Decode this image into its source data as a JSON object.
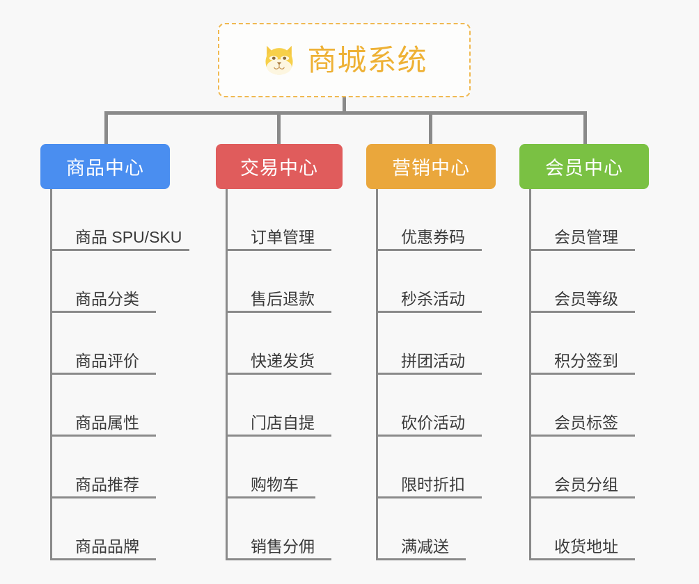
{
  "root": {
    "title": "商城系统",
    "icon": "shiba-dog-icon",
    "border_color": "#f0b952",
    "text_color": "#eeb135"
  },
  "connector_color": "#8a8a8a",
  "background_color": "#f8f8f8",
  "columns": [
    {
      "label": "商品中心",
      "color": "#4a8ef0",
      "items": [
        {
          "label": "商品 SPU/SKU",
          "rule_width": 200
        },
        {
          "label": "商品分类",
          "rule_width": 152
        },
        {
          "label": "商品评价",
          "rule_width": 152
        },
        {
          "label": "商品属性",
          "rule_width": 152
        },
        {
          "label": "商品推荐",
          "rule_width": 152
        },
        {
          "label": "商品品牌",
          "rule_width": 152
        }
      ]
    },
    {
      "label": "交易中心",
      "color": "#e05c5c",
      "items": [
        {
          "label": "订单管理",
          "rule_width": 152
        },
        {
          "label": "售后退款",
          "rule_width": 152
        },
        {
          "label": "快递发货",
          "rule_width": 152
        },
        {
          "label": "门店自提",
          "rule_width": 152
        },
        {
          "label": "购物车",
          "rule_width": 129
        },
        {
          "label": "销售分佣",
          "rule_width": 152
        }
      ]
    },
    {
      "label": "营销中心",
      "color": "#eaa73c",
      "items": [
        {
          "label": "优惠券码",
          "rule_width": 152
        },
        {
          "label": "秒杀活动",
          "rule_width": 152
        },
        {
          "label": "拼团活动",
          "rule_width": 152
        },
        {
          "label": "砍价活动",
          "rule_width": 152
        },
        {
          "label": "限时折扣",
          "rule_width": 152
        },
        {
          "label": "满减送",
          "rule_width": 129
        }
      ]
    },
    {
      "label": "会员中心",
      "color": "#7ac143",
      "items": [
        {
          "label": "会员管理",
          "rule_width": 152
        },
        {
          "label": "会员等级",
          "rule_width": 152
        },
        {
          "label": "积分签到",
          "rule_width": 152
        },
        {
          "label": "会员标签",
          "rule_width": 152
        },
        {
          "label": "会员分组",
          "rule_width": 152
        },
        {
          "label": "收货地址",
          "rule_width": 152
        }
      ]
    }
  ]
}
